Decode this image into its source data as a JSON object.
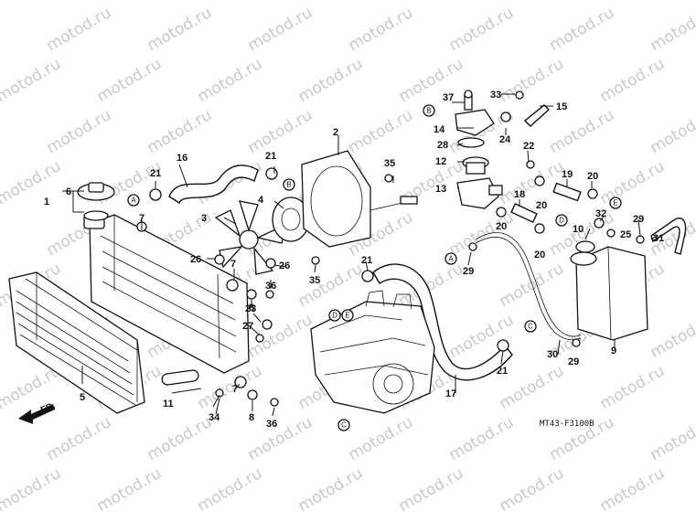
{
  "watermark": {
    "text": "motod.ru"
  },
  "diagram_code": "MT43-F3100B",
  "front_marker": "FR.",
  "part_labels": [
    {
      "id": "p1",
      "text": "1"
    },
    {
      "id": "p2",
      "text": "2"
    },
    {
      "id": "p3",
      "text": "3"
    },
    {
      "id": "p4",
      "text": "4"
    },
    {
      "id": "p5",
      "text": "5"
    },
    {
      "id": "p6",
      "text": "6"
    },
    {
      "id": "p7a",
      "text": "7"
    },
    {
      "id": "p7b",
      "text": "7"
    },
    {
      "id": "p7c",
      "text": "7"
    },
    {
      "id": "p8a",
      "text": "8"
    },
    {
      "id": "p8b",
      "text": "8"
    },
    {
      "id": "p9",
      "text": "9"
    },
    {
      "id": "p10",
      "text": "10"
    },
    {
      "id": "p11",
      "text": "11"
    },
    {
      "id": "p12",
      "text": "12"
    },
    {
      "id": "p13",
      "text": "13"
    },
    {
      "id": "p14",
      "text": "14"
    },
    {
      "id": "p15",
      "text": "15"
    },
    {
      "id": "p16",
      "text": "16"
    },
    {
      "id": "p17",
      "text": "17"
    },
    {
      "id": "p18",
      "text": "18"
    },
    {
      "id": "p19",
      "text": "19"
    },
    {
      "id": "p20a",
      "text": "20"
    },
    {
      "id": "p20b",
      "text": "20"
    },
    {
      "id": "p20c",
      "text": "20"
    },
    {
      "id": "p20d",
      "text": "20"
    },
    {
      "id": "p21a",
      "text": "21"
    },
    {
      "id": "p21b",
      "text": "21"
    },
    {
      "id": "p21c",
      "text": "21"
    },
    {
      "id": "p21d",
      "text": "21"
    },
    {
      "id": "p22",
      "text": "22"
    },
    {
      "id": "p23",
      "text": "23"
    },
    {
      "id": "p24",
      "text": "24"
    },
    {
      "id": "p25",
      "text": "25"
    },
    {
      "id": "p26a",
      "text": "26"
    },
    {
      "id": "p26b",
      "text": "26"
    },
    {
      "id": "p27",
      "text": "27"
    },
    {
      "id": "p28",
      "text": "28"
    },
    {
      "id": "p29a",
      "text": "29"
    },
    {
      "id": "p29b",
      "text": "29"
    },
    {
      "id": "p29c",
      "text": "29"
    },
    {
      "id": "p30",
      "text": "30"
    },
    {
      "id": "p31",
      "text": "31"
    },
    {
      "id": "p32",
      "text": "32"
    },
    {
      "id": "p33",
      "text": "33"
    },
    {
      "id": "p34",
      "text": "34"
    },
    {
      "id": "p35a",
      "text": "35"
    },
    {
      "id": "p35b",
      "text": "35"
    },
    {
      "id": "p36a",
      "text": "36"
    },
    {
      "id": "p36b",
      "text": "36"
    },
    {
      "id": "p37",
      "text": "37"
    }
  ],
  "connectors": [
    {
      "id": "cA1",
      "text": "A"
    },
    {
      "id": "cA2",
      "text": "A"
    },
    {
      "id": "cB1",
      "text": "B"
    },
    {
      "id": "cB2",
      "text": "B"
    },
    {
      "id": "cC1",
      "text": "C"
    },
    {
      "id": "cC2",
      "text": "C"
    },
    {
      "id": "cD1",
      "text": "D"
    },
    {
      "id": "cD2",
      "text": "D"
    },
    {
      "id": "cE1",
      "text": "E"
    },
    {
      "id": "cE2",
      "text": "E"
    }
  ]
}
